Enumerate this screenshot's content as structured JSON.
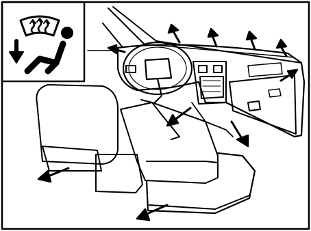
{
  "figure": {
    "icon": {
      "name": "defrost-and-floor-mode-icon",
      "elements": [
        "windshield-defroster-icon",
        "seated-person-icon",
        "down-arrow-icon"
      ]
    },
    "scene": "car-interior-front-cabin",
    "airflow_arrows": {
      "defroster": 4,
      "side_vents": 2,
      "front_floor": 2,
      "rear_floor": 2
    }
  }
}
